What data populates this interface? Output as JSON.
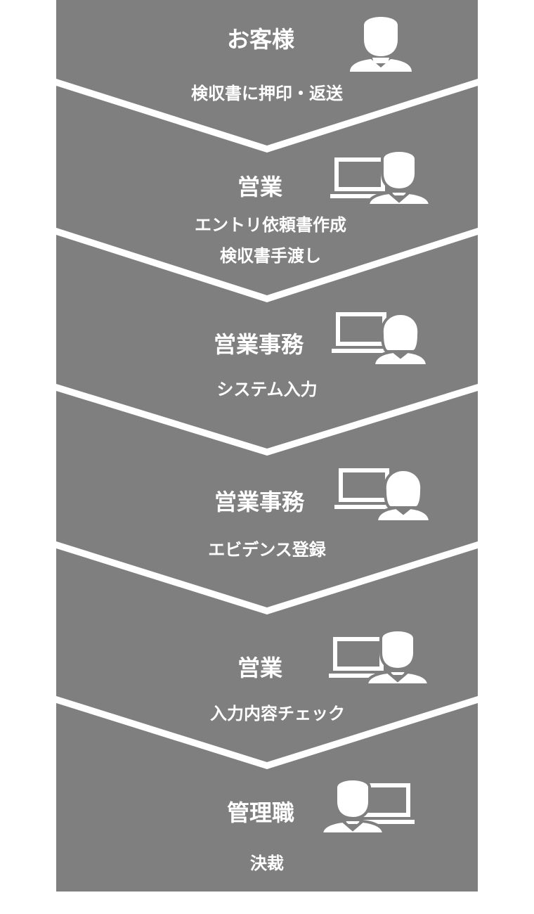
{
  "colors": {
    "panel": "#7f7f7f",
    "separator": "#ffffff",
    "text": "#ffffff"
  },
  "steps": [
    {
      "role": "お客様",
      "tasks": [
        "検収書に押印・返送"
      ],
      "icon": "businessman-icon"
    },
    {
      "role": "営業",
      "tasks": [
        "エントリ依頼書作成",
        "検収書手渡し"
      ],
      "icon": "businessman-with-laptop-icon"
    },
    {
      "role": "営業事務",
      "tasks": [
        "システム入力"
      ],
      "icon": "businesswoman-with-laptop-icon"
    },
    {
      "role": "営業事務",
      "tasks": [
        "エビデンス登録"
      ],
      "icon": "businesswoman-with-laptop-icon"
    },
    {
      "role": "営業",
      "tasks": [
        "入力内容チェック"
      ],
      "icon": "businessman-with-laptop-icon"
    },
    {
      "role": "管理職",
      "tasks": [
        "決裁"
      ],
      "icon": "manager-with-laptop-icon"
    }
  ]
}
